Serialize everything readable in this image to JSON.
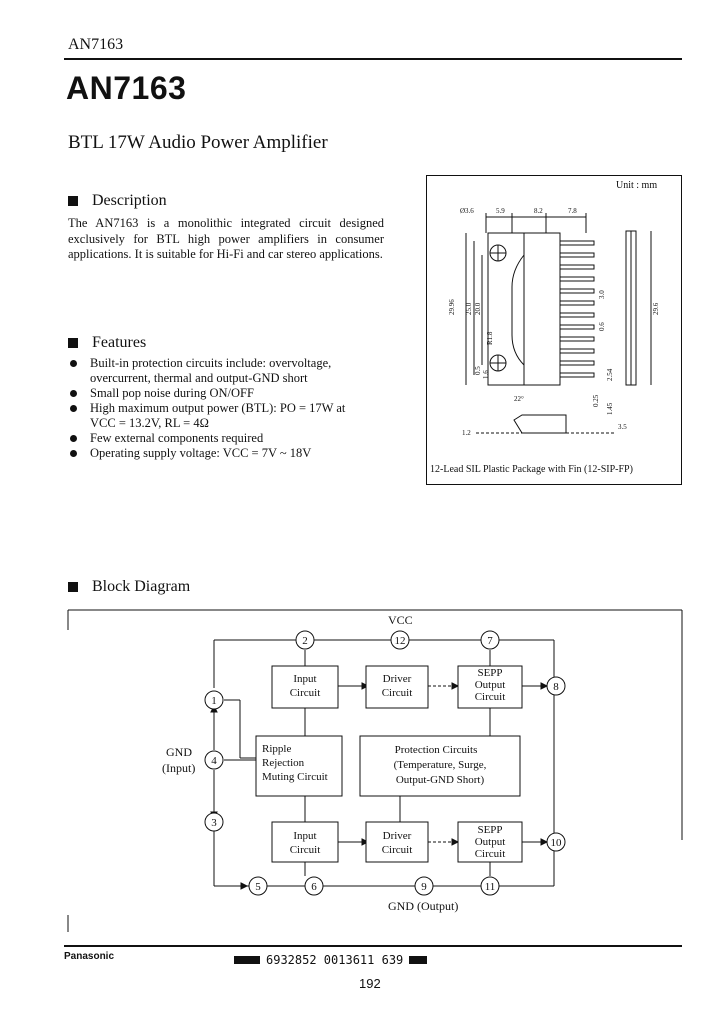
{
  "header": {
    "part_small": "AN7163",
    "part_big": "AN7163",
    "subtitle": "BTL 17W Audio Power Amplifier"
  },
  "description": {
    "heading": "Description",
    "text": "The AN7163 is a monolithic integrated circuit designed exclusively for BTL high power amplifiers in consumer applications.  It is suitable for Hi-Fi and car stereo applications."
  },
  "features": {
    "heading": "Features",
    "items": [
      {
        "line1": "Built-in protection circuits include:  overvoltage,",
        "line2": "overcurrent, thermal and output-GND short"
      },
      {
        "line1": "Small pop noise during ON/OFF",
        "line2": ""
      },
      {
        "line1": "High maximum output power (BTL):  PO = 17W at",
        "line2": "VCC = 13.2V, RL = 4Ω"
      },
      {
        "line1": "Few external components required",
        "line2": ""
      },
      {
        "line1": "Operating supply voltage:  VCC = 7V ~ 18V",
        "line2": ""
      }
    ]
  },
  "package": {
    "unit": "Unit :  mm",
    "caption": "12-Lead SIL Plastic Package with Fin (12-SIP-FP)",
    "dims": [
      "Ø3.6",
      "5.9",
      "8.2",
      "7.8",
      "29.96",
      "25.0",
      "20.0",
      "3.0",
      "0.6",
      "29.6",
      "R1.8",
      "0.5",
      "1.6",
      "2.54",
      "22°",
      "0.25",
      "1.45",
      "3.5",
      "1.2"
    ]
  },
  "block_diagram": {
    "heading": "Block Diagram",
    "vcc": "VCC",
    "gnd_input_1": "GND",
    "gnd_input_2": "(Input)",
    "gnd_output": "GND (Output)",
    "blocks": {
      "input_top": [
        "Input",
        "Circuit"
      ],
      "driver_top": [
        "Driver",
        "Circuit"
      ],
      "sepp_top": [
        "SEPP",
        "Output",
        "Circuit"
      ],
      "ripple": [
        "Ripple",
        "Rejection",
        "Muting Circuit"
      ],
      "protection": [
        "Protection Circuits",
        "(Temperature, Surge,",
        "Output-GND Short)"
      ],
      "input_bot": [
        "Input",
        "Circuit"
      ],
      "driver_bot": [
        "Driver",
        "Circuit"
      ],
      "sepp_bot": [
        "SEPP",
        "Output",
        "Circuit"
      ]
    },
    "pins": [
      "1",
      "2",
      "3",
      "4",
      "5",
      "6",
      "7",
      "8",
      "9",
      "10",
      "11",
      "12"
    ]
  },
  "footer": {
    "brand": "Panasonic",
    "barcode_text": "6932852 0013611 639",
    "page": "192"
  }
}
